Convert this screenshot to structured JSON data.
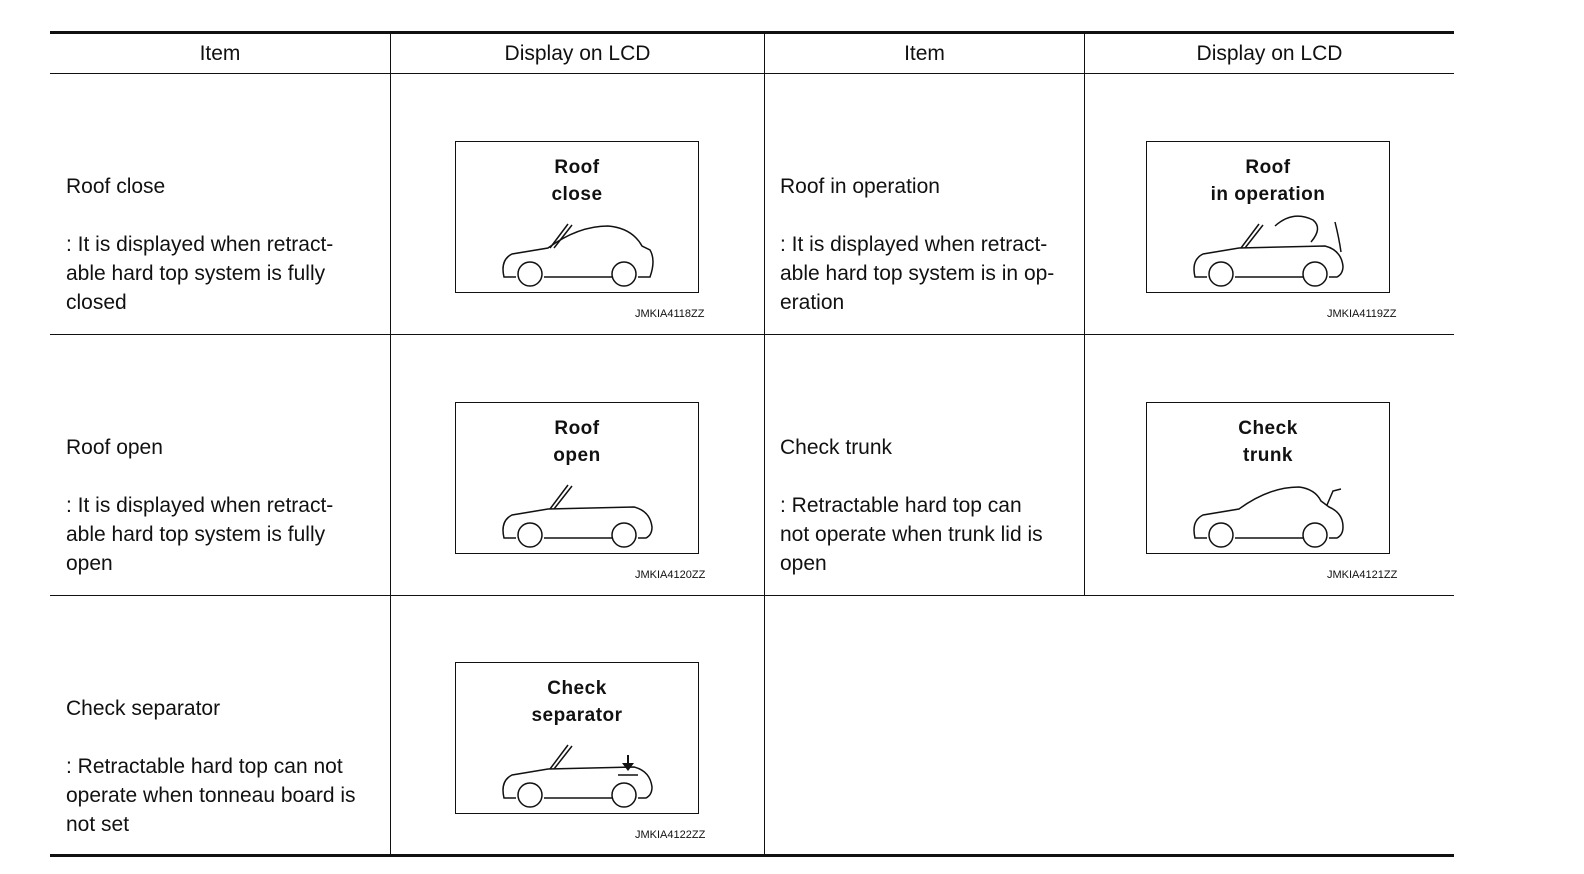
{
  "headers": [
    "Item",
    "Display on LCD",
    "Item",
    "Display on LCD"
  ],
  "rows": [
    {
      "item_title": "Roof close",
      "item_desc": ": It is displayed when retract-\nable hard top system is fully\nclosed",
      "lcd_label": "Roof\nclose",
      "icon": "car-roof-closed-icon",
      "code": "JMKIA4118ZZ"
    },
    {
      "item_title": "Roof in operation",
      "item_desc": ": It is displayed when retract-\nable hard top system is in op-\neration",
      "lcd_label": "Roof\nin operation",
      "icon": "car-roof-operating-icon",
      "code": "JMKIA4119ZZ"
    },
    {
      "item_title": "Roof open",
      "item_desc": ": It is displayed when retract-\nable hard top system is fully\nopen",
      "lcd_label": "Roof\nopen",
      "icon": "car-roof-open-icon",
      "code": "JMKIA4120ZZ"
    },
    {
      "item_title": "Check trunk",
      "item_desc": ": Retractable hard top can\nnot operate when trunk lid is\nopen",
      "lcd_label": "Check\ntrunk",
      "icon": "car-trunk-open-icon",
      "code": "JMKIA4121ZZ"
    },
    {
      "item_title": "Check separator",
      "item_desc": ": Retractable hard top can not\noperate when tonneau board is\nnot set",
      "lcd_label": "Check\nseparator",
      "icon": "car-separator-icon",
      "code": "JMKIA4122ZZ"
    }
  ]
}
